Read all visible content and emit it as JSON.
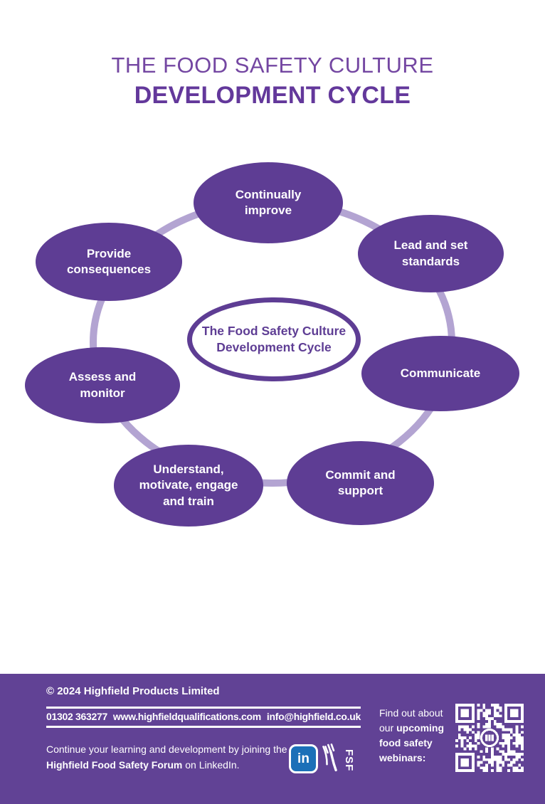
{
  "title": {
    "line1": "THE FOOD SAFETY CULTURE",
    "line2": "DEVELOPMENT CYCLE"
  },
  "diagram": {
    "center_label": "The Food Safety Culture Development Cycle",
    "nodes": [
      {
        "id": "continually-improve",
        "label": "Continually improve"
      },
      {
        "id": "lead-and-set-standards",
        "label": "Lead and set standards"
      },
      {
        "id": "communicate",
        "label": "Communicate"
      },
      {
        "id": "commit-and-support",
        "label": "Commit and support"
      },
      {
        "id": "understand-motivate-engage-train",
        "label": "Understand, motivate, engage and train"
      },
      {
        "id": "assess-and-monitor",
        "label": "Assess and monitor"
      },
      {
        "id": "provide-consequences",
        "label": "Provide consequences"
      }
    ]
  },
  "footer": {
    "copyright": "© 2024 Highfield Products Limited",
    "contact": [
      "01302 363277",
      "www.highfieldqualifications.com",
      "info@highfield.co.uk"
    ],
    "forum": {
      "pre": "Continue your learning and development by joining the ",
      "bold": "Highfield Food Safety Forum",
      "post": " on LinkedIn."
    },
    "linkedin_icon": "in",
    "fsf_label": "FSF",
    "webinars": {
      "pre": "Find out about our ",
      "bold": "upcoming food safety webinars:"
    }
  },
  "icons": {
    "linkedin": "linkedin-icon",
    "fsf": "fsf-fork-icon",
    "qr": "qr-code"
  },
  "colors": {
    "title": "#7447a2",
    "title_bold": "#63389b",
    "node": "#5e3d94",
    "ring": "#b3a4d2",
    "footer": "#614295",
    "linkedin": "#1b70b8"
  }
}
